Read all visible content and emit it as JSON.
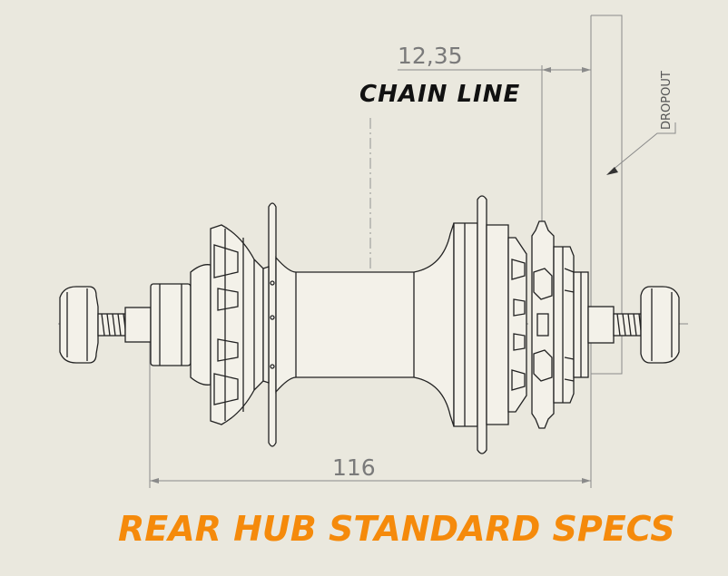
{
  "labels": {
    "dim_chainline": "12,35",
    "chain_line": "CHAIN LINE",
    "dropout": "DROPOUT",
    "dim_width": "116",
    "caption": "REAR HUB STANDARD SPECS"
  },
  "colors": {
    "background": "#eae8de",
    "caption": "#f58a0b",
    "linework": "#222222",
    "dimension": "#8a8a8a"
  }
}
